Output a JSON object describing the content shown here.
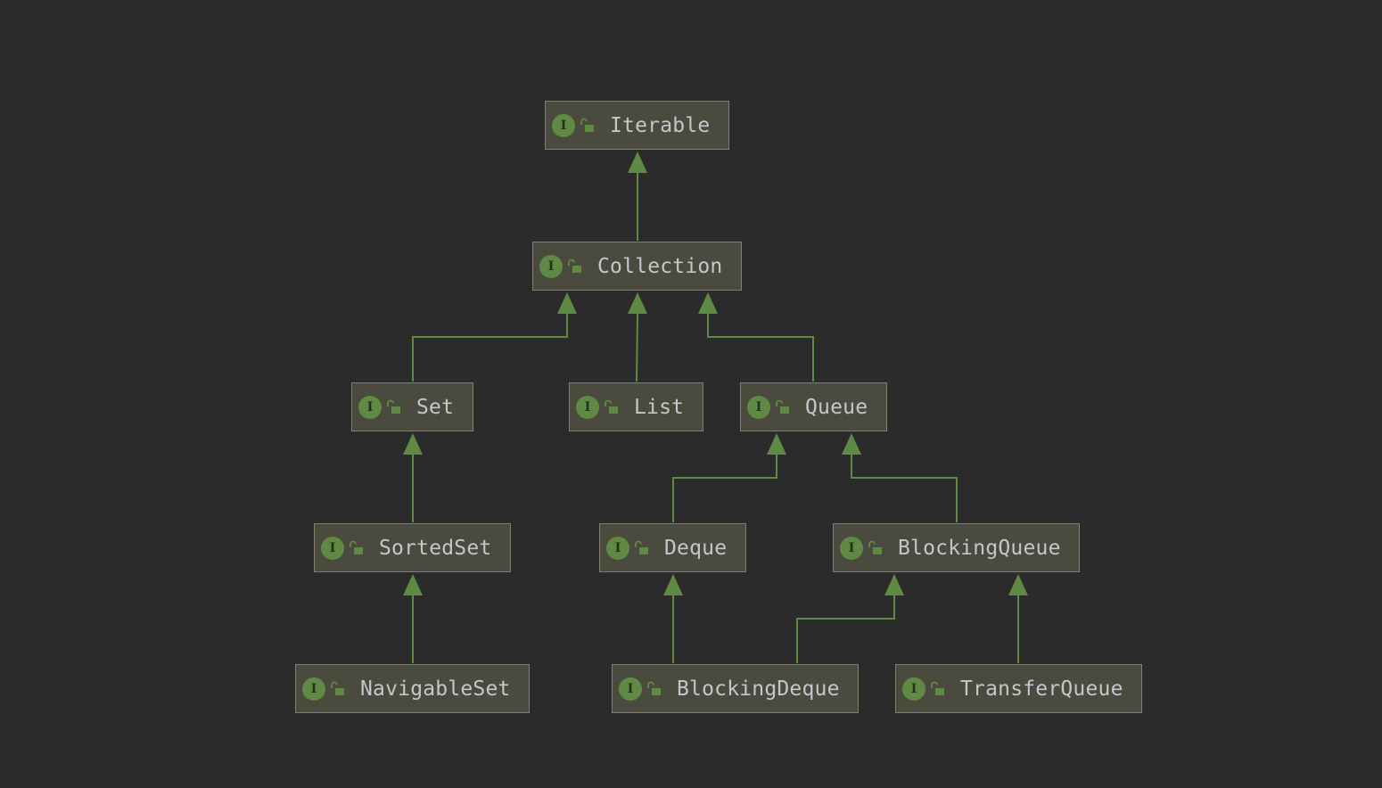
{
  "diagram": {
    "badge_letter": "I",
    "icons": {
      "badge": "interface-icon",
      "visibility": "public-lock-icon"
    },
    "colors": {
      "background": "#2b2b2b",
      "node_fill": "#4b4a3f",
      "node_border": "#807f74",
      "edge": "#5f8a43",
      "text": "#c3c6cb"
    },
    "nodes": [
      {
        "id": "iterable",
        "label": "Iterable"
      },
      {
        "id": "collection",
        "label": "Collection"
      },
      {
        "id": "set",
        "label": "Set"
      },
      {
        "id": "list",
        "label": "List"
      },
      {
        "id": "queue",
        "label": "Queue"
      },
      {
        "id": "sortedset",
        "label": "SortedSet"
      },
      {
        "id": "deque",
        "label": "Deque"
      },
      {
        "id": "blockingqueue",
        "label": "BlockingQueue"
      },
      {
        "id": "navigableset",
        "label": "NavigableSet"
      },
      {
        "id": "blockingdeque",
        "label": "BlockingDeque"
      },
      {
        "id": "transferqueue",
        "label": "TransferQueue"
      }
    ],
    "edges": [
      {
        "from": "collection",
        "to": "iterable"
      },
      {
        "from": "set",
        "to": "collection"
      },
      {
        "from": "list",
        "to": "collection"
      },
      {
        "from": "queue",
        "to": "collection"
      },
      {
        "from": "sortedset",
        "to": "set"
      },
      {
        "from": "navigableset",
        "to": "sortedset"
      },
      {
        "from": "deque",
        "to": "queue"
      },
      {
        "from": "blockingqueue",
        "to": "queue"
      },
      {
        "from": "blockingdeque",
        "to": "deque"
      },
      {
        "from": "blockingdeque",
        "to": "blockingqueue"
      },
      {
        "from": "transferqueue",
        "to": "blockingqueue"
      }
    ]
  }
}
